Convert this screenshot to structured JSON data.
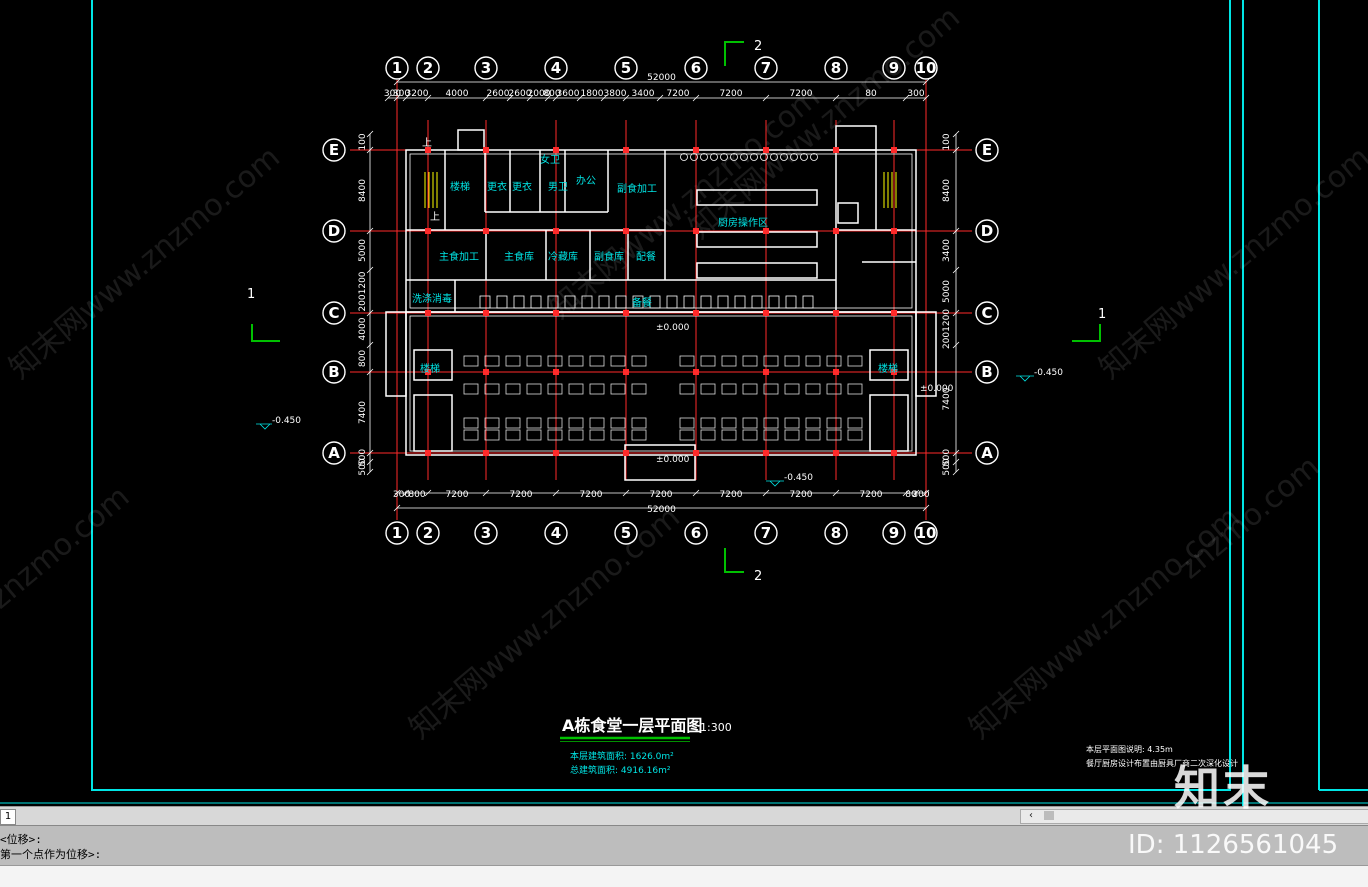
{
  "drawing": {
    "title": "A栋食堂一层平面图",
    "scale": "1:300",
    "area_floor": "本层建筑面积: 1626.0m²",
    "area_total": "总建筑面积: 4916.16m²",
    "note_1": "本层平面图说明: 4.35m",
    "note_2": "餐厅厨房设计布置由厨具厂商二次深化设计",
    "section_1": "1",
    "section_2": "2",
    "overall_dimension": "52000",
    "top_dims": [
      "300",
      "300",
      "3200",
      "4000",
      "2600",
      "2600",
      "2000",
      "800",
      "3600",
      "1800",
      "3800",
      "3400",
      "7200",
      "7200",
      "7200",
      "80",
      "300"
    ],
    "bottom_dims": [
      "300",
      "800",
      "7200",
      "7200",
      "7200",
      "7200",
      "7200",
      "7200",
      "7200",
      "80",
      "300"
    ],
    "left_dims": [
      "100",
      "8400",
      "5000",
      "2001200",
      "4000",
      "800",
      "7400",
      "500",
      "500"
    ],
    "right_dims": [
      "100",
      "8400",
      "3400",
      "5000",
      "2001200",
      "7400",
      "500",
      "500"
    ],
    "col_axes": [
      "1",
      "2",
      "3",
      "4",
      "5",
      "6",
      "7",
      "8",
      "9",
      "10"
    ],
    "row_axes": [
      "E",
      "D",
      "C",
      "B",
      "A"
    ],
    "levels": [
      "±0.000",
      "±0.000",
      "±0.000",
      "-0.450",
      "-0.450",
      "-0.450"
    ],
    "rooms": [
      "楼梯",
      "更衣",
      "更衣",
      "女卫",
      "男卫",
      "办公",
      "副食加工",
      "厨房操作区",
      "主食加工",
      "主食库",
      "冷藏库",
      "副食库",
      "配餐",
      "洗涤消毒",
      "备餐",
      "楼梯",
      "楼梯",
      "上",
      "上"
    ],
    "watermarks": [
      "知末网www.znzmo.com",
      "知末网www.znzmo.com",
      "知末网www.znzmo.com",
      "知末网www.znzmo.com",
      "知末网www.znzmo.com",
      "知末网www.znzmo.com",
      "znzmo.com",
      "znzmo.com"
    ]
  },
  "status_bar": {
    "tab_label": "1"
  },
  "command_line": {
    "line1": "<位移>:",
    "line2": "第一个点作为位移>:"
  },
  "watermark": {
    "logo": "知末",
    "id": "ID: 1126561045"
  },
  "colors": {
    "background": "#000000",
    "frame": "#00e5e5",
    "axis_grid": "#ff2a2a",
    "wall": "#ffffff",
    "room_text": "#00e5e5",
    "dimension": "#ffffff",
    "title_underline": "#00c000",
    "section_mark": "#00c000",
    "furniture": "#ffffff",
    "stair": "#ffff00"
  }
}
